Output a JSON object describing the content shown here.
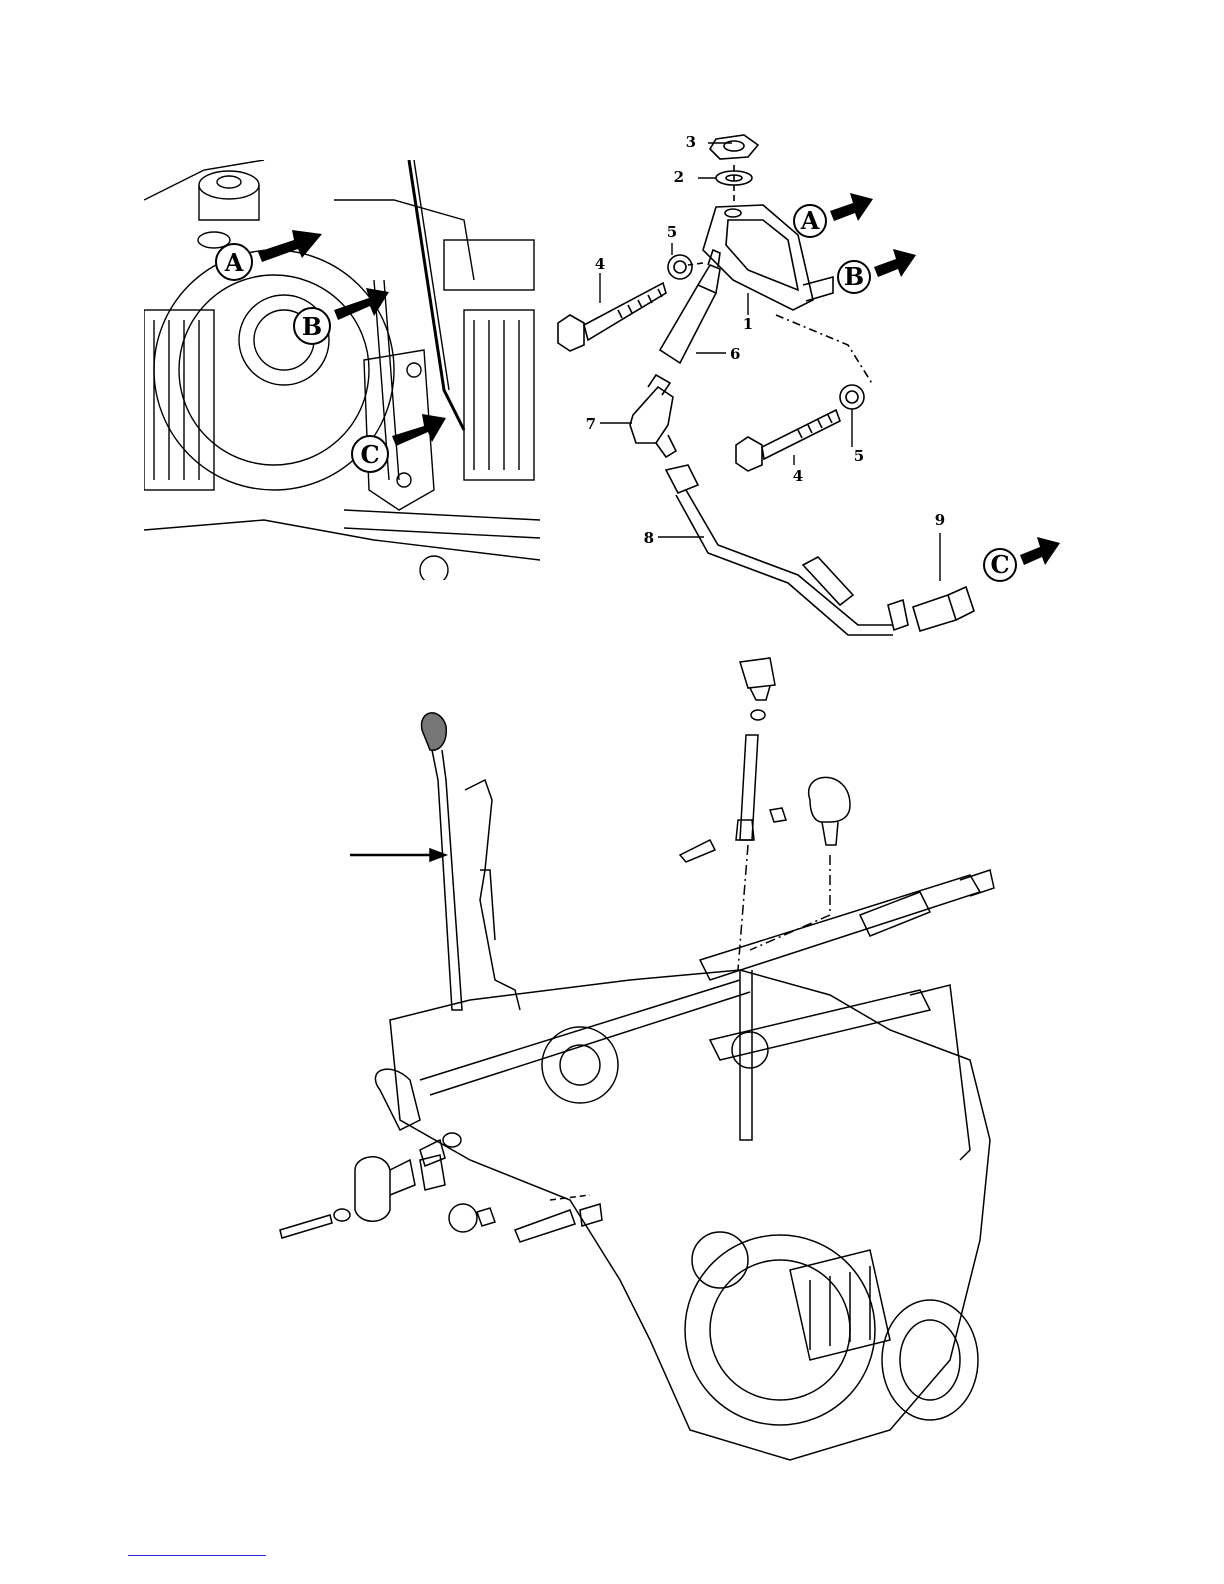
{
  "engine_view": {
    "callouts": [
      "A",
      "B",
      "C"
    ]
  },
  "exploded_view": {
    "part_numbers": [
      "3",
      "2",
      "5",
      "4",
      "1",
      "6",
      "7",
      "5",
      "4",
      "8",
      "9"
    ],
    "callouts": [
      "A",
      "B",
      "C"
    ]
  },
  "colors": {
    "line": "#000000",
    "background": "#ffffff",
    "footer_rule": "#2b2bd6"
  },
  "icons": [
    "arrow-right-icon"
  ]
}
